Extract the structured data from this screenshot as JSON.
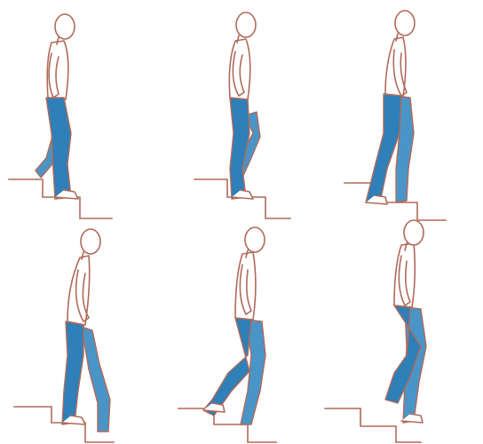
{
  "figure": {
    "colors": {
      "background": "#ffffff",
      "outline": "#b06a5a",
      "trouser": "#2f7fb8",
      "trouser_back": "#4a95c8"
    },
    "panels": [
      {
        "id": "p1",
        "row": 1,
        "col": 1,
        "pose": "standing-on-upper-step-lowering-back-leg"
      },
      {
        "id": "p2",
        "row": 1,
        "col": 2,
        "pose": "bending-knee-back-leg-lifting"
      },
      {
        "id": "p3",
        "row": 1,
        "col": 3,
        "pose": "stepping-down-front-leg-extended"
      },
      {
        "id": "p4",
        "row": 2,
        "col": 1,
        "pose": "leaning-forward-front-leg-reaching-down"
      },
      {
        "id": "p5",
        "row": 2,
        "col": 2,
        "pose": "lunge-down-front-knee-bent"
      },
      {
        "id": "p6",
        "row": 2,
        "col": 3,
        "pose": "landing-on-lower-step"
      }
    ]
  }
}
